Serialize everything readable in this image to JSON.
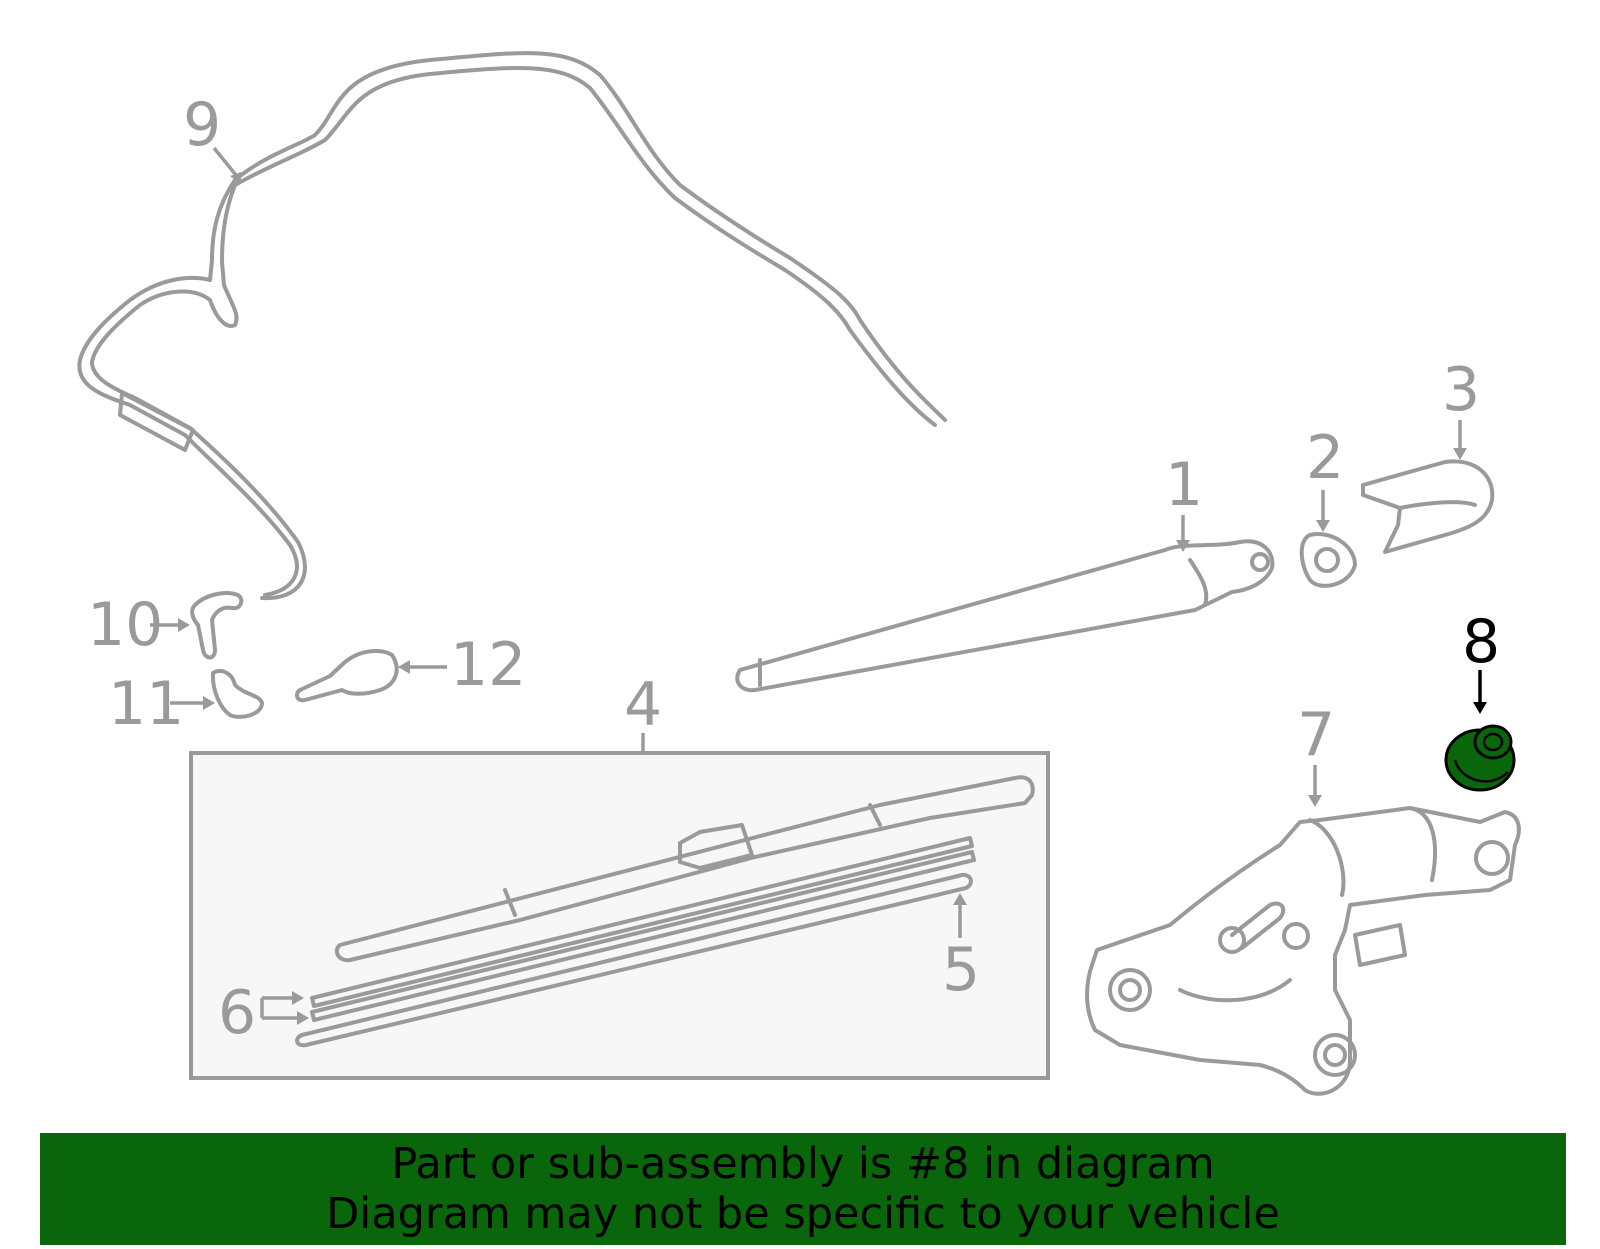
{
  "callouts": {
    "c1": "1",
    "c2": "2",
    "c3": "3",
    "c4": "4",
    "c5": "5",
    "c6": "6",
    "c7": "7",
    "c8": "8",
    "c9": "9",
    "c10": "10",
    "c11": "11",
    "c12": "12"
  },
  "highlighted_part": "8",
  "colors": {
    "line": "#9a9a9a",
    "highlight_part": "#0a660a",
    "banner": "#0a660a",
    "box_fill": "#f7f7f7"
  },
  "banner": {
    "line1": "Part or sub-assembly is #8 in diagram",
    "line2": "Diagram may not be specific to your vehicle"
  }
}
